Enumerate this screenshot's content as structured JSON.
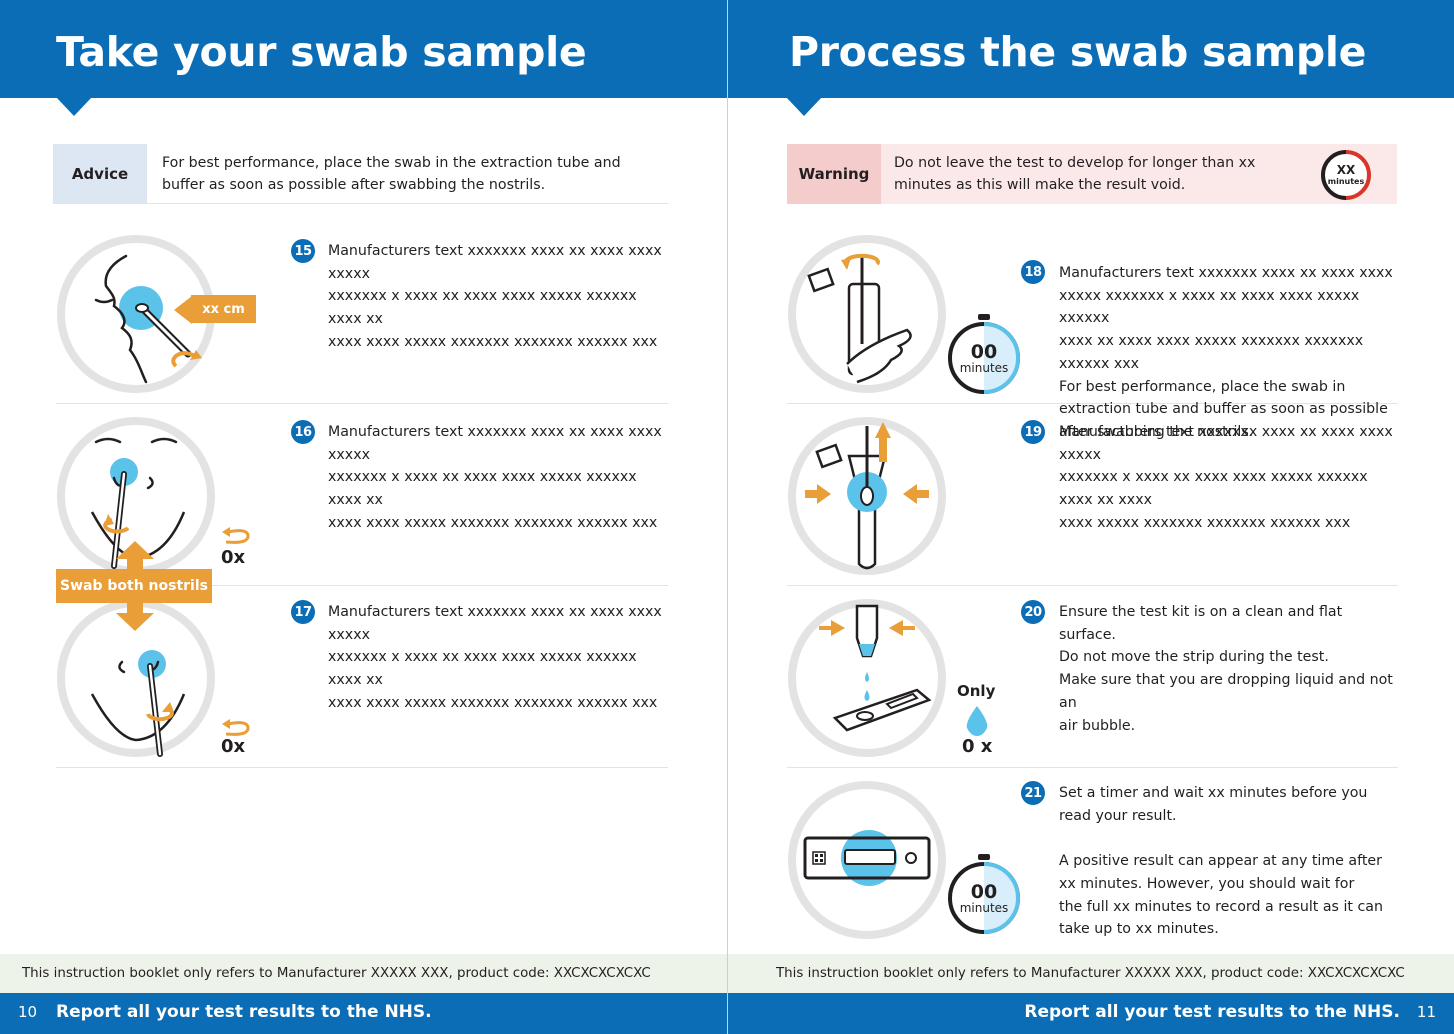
{
  "left_page": {
    "title": "Take your swab sample",
    "advice": {
      "tag": "Advice",
      "text": "For best performance, place the swab in the extraction tube and buffer as soon as possible after swabbing the nostrils."
    },
    "steps": [
      {
        "number": "15",
        "text": "Manufacturers text xxxxxxx xxxx xx xxxx xxxx xxxxx\nxxxxxxx x xxxx xx xxxx xxxx xxxxx xxxxxx xxxx xx\nxxxx xxxx xxxxx xxxxxxx xxxxxxx xxxxxx xxx",
        "badge": "xx cm"
      },
      {
        "number": "16",
        "text": "Manufacturers text xxxxxxx xxxx xx xxxx xxxx xxxxx\nxxxxxxx x xxxx xx xxxx xxxx xxxxx xxxxxx xxxx xx\nxxxx xxxx xxxxx xxxxxxx xxxxxxx xxxxxx xxx",
        "count": "0x"
      },
      {
        "number": "17",
        "text": "Manufacturers text xxxxxxx xxxx xx xxxx xxxx xxxxx\nxxxxxxx x xxxx xx xxxx xxxx xxxxx xxxxxx xxxx xx\nxxxx xxxx xxxxx xxxxxxx xxxxxxx xxxxxx xxx",
        "count": "0x"
      }
    ],
    "banner": "Swab both nostrils",
    "footnote": "This instruction booklet only refers to Manufacturer XXXXX XXX, product code: XXCXCXCXCXC",
    "footer": "Report all your test results to the NHS.",
    "page_number": "10"
  },
  "right_page": {
    "title": "Process the swab sample",
    "warning": {
      "tag": "Warning",
      "text": "Do not leave the test to develop for longer than xx minutes as this will make the result void.",
      "badge_value": "XX",
      "badge_unit": "minutes"
    },
    "steps": [
      {
        "number": "18",
        "text": "Manufacturers text xxxxxxx xxxx xx xxxx xxxx\nxxxxx xxxxxxx x xxxx xx xxxx xxxx xxxxx xxxxxx\nxxxx xx xxxx xxxx xxxxx xxxxxxx xxxxxxx xxxxxx xxx\nFor best performance, place the swab in\nextraction tube and buffer as soon as possible\nafter swabbing the nostrils.",
        "timer_value": "00",
        "timer_unit": "minutes"
      },
      {
        "number": "19",
        "text": "Manufacturers text xxxxxxx xxxx xx xxxx xxxx xxxxx\nxxxxxxx x xxxx xx xxxx xxxx xxxxx xxxxxx xxxx xx xxxx\nxxxx xxxxx xxxxxxx xxxxxxx xxxxxx xxx"
      },
      {
        "number": "20",
        "text": "Ensure the test kit is on a clean and flat surface.\nDo not move the strip during the test.\nMake sure that you are dropping liquid and not an\nair bubble.",
        "only_label": "Only",
        "drop_count": "0 x"
      },
      {
        "number": "21",
        "text": "Set a timer and wait xx minutes before you\nread your result.\n\nA positive result can appear at any time after\nxx minutes. However, you should wait for\nthe full xx minutes to record a result as it can\ntake up to xx minutes.",
        "timer_value": "00",
        "timer_unit": "minutes"
      }
    ],
    "footnote": "This instruction booklet only refers to Manufacturer XXXXX XXX, product code: XXCXCXCXCXC",
    "footer": "Report all your test results to the NHS.",
    "page_number": "11"
  },
  "colors": {
    "nhs_blue": "#0a6db5",
    "orange": "#e99e37",
    "light_blue": "#5bc2ea",
    "warning_red": "#d9362b"
  }
}
